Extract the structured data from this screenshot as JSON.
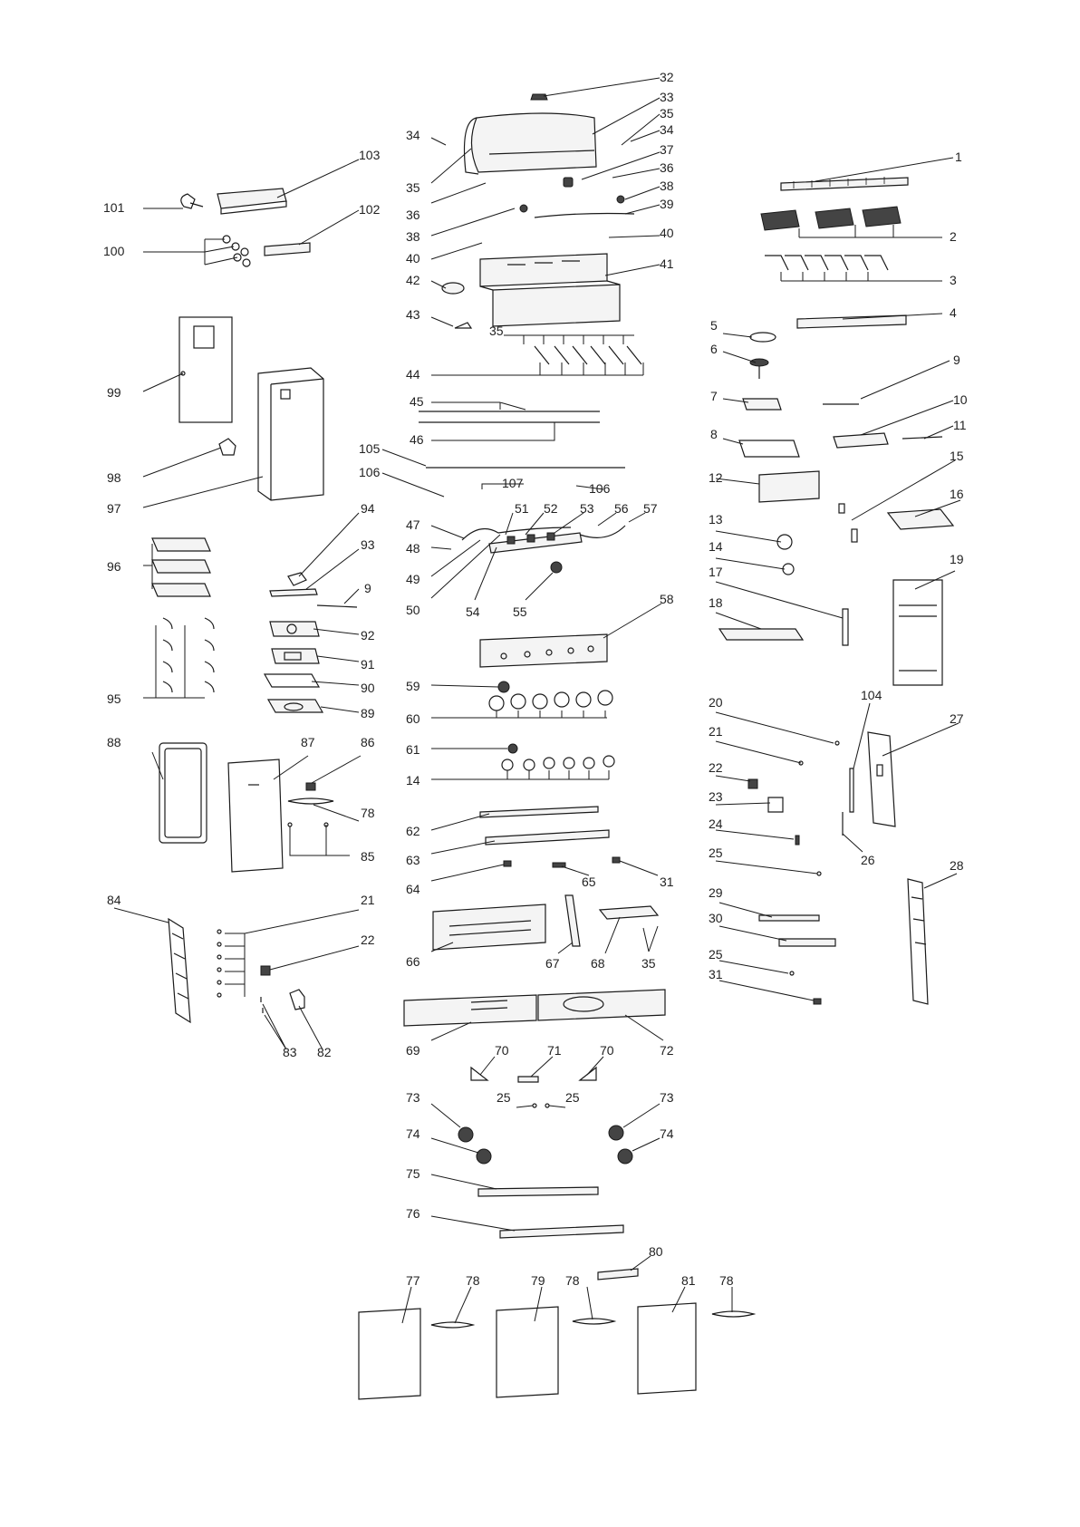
{
  "diagram": {
    "callouts": [
      "1",
      "2",
      "3",
      "4",
      "5",
      "6",
      "7",
      "8",
      "9",
      "9",
      "10",
      "11",
      "12",
      "13",
      "14",
      "14",
      "15",
      "16",
      "17",
      "18",
      "19",
      "20",
      "21",
      "21",
      "22",
      "22",
      "23",
      "24",
      "25",
      "25",
      "25",
      "25",
      "26",
      "27",
      "28",
      "29",
      "30",
      "31",
      "31",
      "32",
      "33",
      "34",
      "34",
      "35",
      "35",
      "35",
      "35",
      "36",
      "36",
      "37",
      "38",
      "38",
      "39",
      "40",
      "40",
      "41",
      "42",
      "43",
      "44",
      "45",
      "46",
      "47",
      "48",
      "49",
      "50",
      "51",
      "52",
      "53",
      "54",
      "55",
      "56",
      "57",
      "58",
      "59",
      "60",
      "61",
      "62",
      "63",
      "64",
      "65",
      "66",
      "67",
      "68",
      "69",
      "70",
      "70",
      "71",
      "72",
      "73",
      "73",
      "74",
      "74",
      "75",
      "76",
      "77",
      "78",
      "78",
      "78",
      "78",
      "79",
      "80",
      "81",
      "82",
      "83",
      "84",
      "85",
      "86",
      "87",
      "88",
      "89",
      "90",
      "91",
      "92",
      "93",
      "94",
      "95",
      "96",
      "97",
      "98",
      "99",
      "100",
      "101",
      "102",
      "103",
      "104",
      "105",
      "106",
      "106",
      "107"
    ]
  }
}
